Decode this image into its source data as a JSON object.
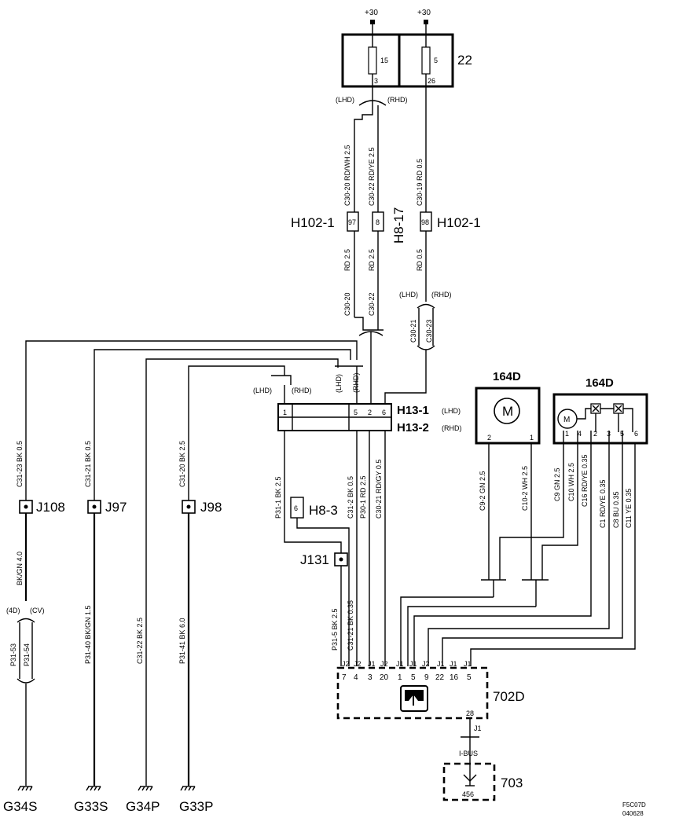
{
  "supply": [
    "+30",
    "+30"
  ],
  "fuse_block": {
    "ref": "22",
    "fuse_a": "15",
    "fuse_b": "5",
    "pin_a": "3",
    "pin_b": "26"
  },
  "variants": {
    "lhd": "(LHD)",
    "rhd": "(RHD)",
    "d4": "(4D)",
    "cv": "(CV)"
  },
  "wires_top": {
    "a": "C30-20  RD/WH  2.5",
    "b": "C30-22  RD/YE  2.5",
    "c": "C30-19  RD  0.5",
    "a2": "RD  2.5",
    "b2": "RD  2.5",
    "c2": "RD  0.5",
    "a3": "C30-20",
    "b3": "C30-22",
    "c3": "C30-21",
    "c4": "C30-23"
  },
  "connectors": {
    "h102_left": "H102-1",
    "h102_right": "H102-1",
    "h8_17": "H8-17",
    "pin97": "97",
    "pin8": "8",
    "pin98": "98",
    "h13_1": "H13-1",
    "h13_2": "H13-2",
    "h13_pins": [
      "1",
      "5",
      "2",
      "6"
    ],
    "h8_3": "H8-3",
    "h8_3_pin": "6"
  },
  "left_wires": {
    "w1": "C31-23  BK  0.5",
    "w2": "C31-21  BK  0.5",
    "w3": "C31-20  BK  2.5",
    "w4": "BK/GN  4.0",
    "w5": "P31-53",
    "w6": "P31-54",
    "w7": "P31-40  BK/GN  1.5",
    "w8": "C31-22  BK  2.5",
    "w9": "P31-41  BK  6.0"
  },
  "splices": {
    "j108": "J108",
    "j97": "J97",
    "j98": "J98",
    "j131": "J131"
  },
  "grounds": [
    "G34S",
    "G33S",
    "G34P",
    "G33P"
  ],
  "mid_wires": {
    "m1": "P31-1  BK  2.5",
    "m2": "C31-2  BK  0.5",
    "m3": "P30-1  RD  2.5",
    "m4": "C30-21  RD/GY  0.5",
    "m5": "P31-5  BK  2.5",
    "m6": "C31-21  BK  0.35"
  },
  "motor_left": {
    "ref": "164D",
    "symbol": "M",
    "pin_a": "2",
    "pin_b": "1"
  },
  "motor_right": {
    "ref": "164D",
    "symbol": "M",
    "pins": [
      "1",
      "4",
      "2",
      "3",
      "5",
      "6"
    ]
  },
  "motor_wires": {
    "a": "C9-2  GN  2.5",
    "b": "C10-2  WH  2.5",
    "c": "C9  GN  2.5",
    "d": "C10  WH  2.5",
    "e": "C16  RD/YE  0.35",
    "f": "C1  RD/YE  0.35",
    "g": "C8  BU  0.35",
    "h": "C11  YE  0.35"
  },
  "module_702d": {
    "ref": "702D",
    "headers": [
      "J2",
      "J2",
      "J1",
      "J2",
      "J1",
      "J1",
      "J2",
      "J1",
      "J1",
      "J1"
    ],
    "pins": [
      "7",
      "4",
      "3",
      "20",
      "1",
      "5",
      "9",
      "22",
      "16",
      "5"
    ],
    "bottom_pin": "28",
    "bottom_header": "J1",
    "bus": "I-BUS"
  },
  "module_703": {
    "ref": "703",
    "pin": "456"
  },
  "footer": {
    "code1": "F5C07D",
    "code2": "040628"
  }
}
